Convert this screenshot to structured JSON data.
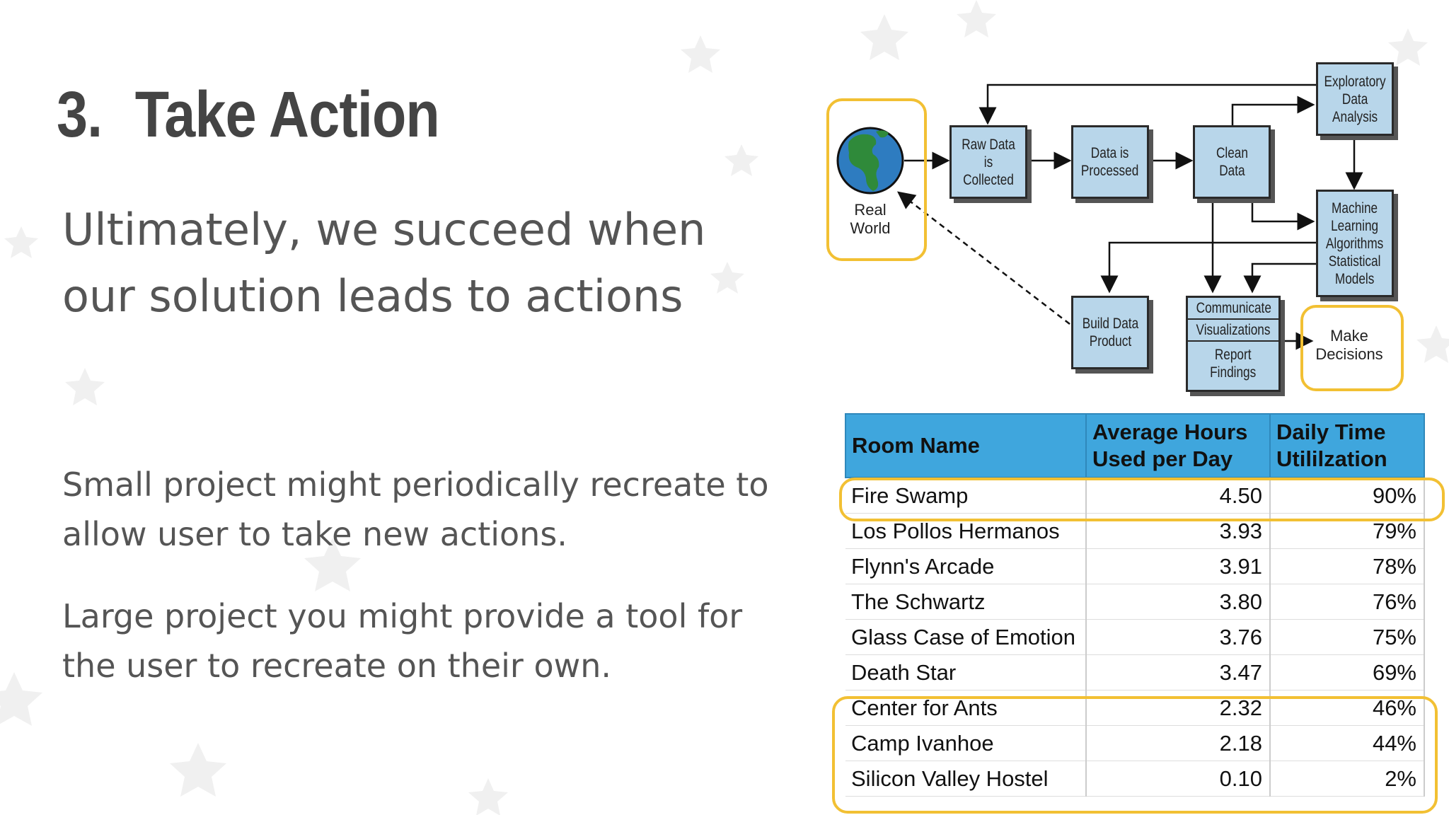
{
  "slide": {
    "title_number": "3.",
    "title_text": "Take Action",
    "subtitle": "Ultimately, we succeed when our solution leads to actions",
    "paragraphs": [
      "Small project might periodically recreate to allow user to take new actions.",
      "Large project you might provide a tool for the user to recreate on their own."
    ]
  },
  "flowchart": {
    "real_world": "Real\nWorld",
    "raw_data": "Raw Data is\nCollected",
    "processed": "Data is\nProcessed",
    "clean": "Clean\nData",
    "eda": "Exploratory\nData\nAnalysis",
    "ml": "Machine\nLearning\nAlgorithms\nStatistical\nModels",
    "build": "Build Data\nProduct",
    "communicate": "Communicate",
    "visualizations": "Visualizations",
    "report": "Report\nFindings",
    "decisions": "Make\nDecisions"
  },
  "table": {
    "headers": [
      "Room Name",
      "Average Hours\nUsed per Day",
      "Daily Time\nUtililzation"
    ],
    "rows": [
      [
        "Fire Swamp",
        "4.50",
        "90%"
      ],
      [
        "Los Pollos Hermanos",
        "3.93",
        "79%"
      ],
      [
        "Flynn's Arcade",
        "3.91",
        "78%"
      ],
      [
        "The Schwartz",
        "3.80",
        "76%"
      ],
      [
        "Glass Case of Emotion",
        "3.76",
        "75%"
      ],
      [
        "Death Star",
        "3.47",
        "69%"
      ],
      [
        "Center for Ants",
        "2.32",
        "46%"
      ],
      [
        "Camp Ivanhoe",
        "2.18",
        "44%"
      ],
      [
        "Silicon Valley Hostel",
        "0.10",
        "2%"
      ]
    ]
  },
  "colors": {
    "highlight": "#f2c033",
    "table_header": "#3fa6dd",
    "box_fill": "#b8d6ea",
    "globe_ocean": "#2e7cc0",
    "globe_land": "#2f8a3a"
  }
}
